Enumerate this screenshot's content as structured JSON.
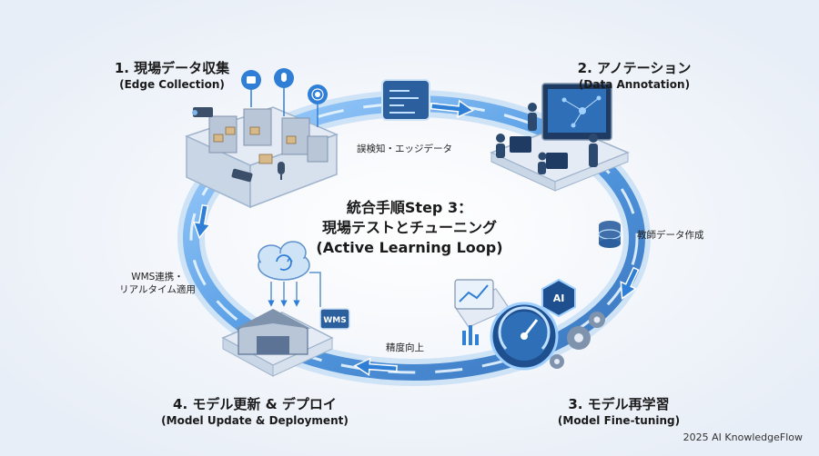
{
  "center": {
    "line1": "統合手順Step 3：",
    "line2": "現場テストとチューニング",
    "line3": "(Active Learning Loop)"
  },
  "stages": [
    {
      "title": "1. 現場データ収集",
      "subtitle": "(Edge Collection)"
    },
    {
      "title": "2. アノテーション",
      "subtitle": "(Data Annotation)"
    },
    {
      "title": "3. モデル再学習",
      "subtitle": "(Model Fine-tuning)"
    },
    {
      "title": "4. モデル更新 & デプロイ",
      "subtitle": "(Model Update & Deployment)"
    }
  ],
  "edges": {
    "top": "誤検知・エッジデータ",
    "right": "教師データ作成",
    "bottom": "精度向上",
    "left_line1": "WMS連携・",
    "left_line2": "リアルタイム適用"
  },
  "icons": {
    "wms_badge": "WMS",
    "ai_badge": "AI"
  },
  "credit": "2025 AI KnowledgeFlow",
  "colors": {
    "accent": "#2f7fd6",
    "loop": "#4a9be8",
    "platform": "#e4ebf4",
    "platform_edge": "#9fb3cc"
  }
}
